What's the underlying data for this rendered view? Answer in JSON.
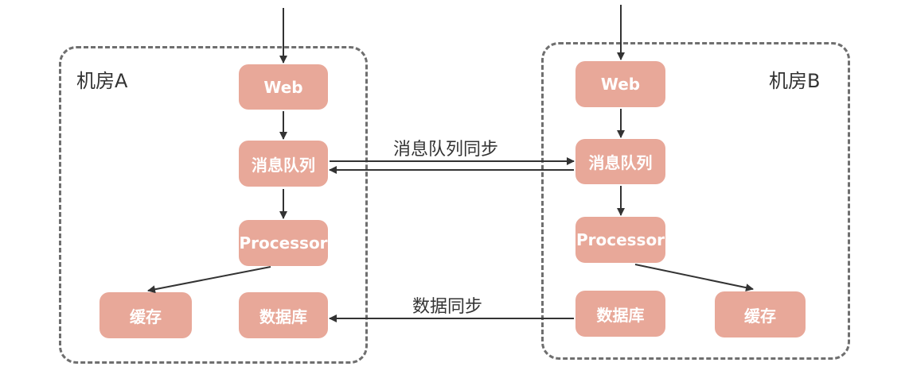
{
  "rooms": {
    "a": {
      "label": "机房A"
    },
    "b": {
      "label": "机房B"
    }
  },
  "nodes": {
    "a_web": "Web",
    "a_mq": "消息队列",
    "a_processor": "Processor",
    "a_cache": "缓存",
    "a_db": "数据库",
    "b_web": "Web",
    "b_mq": "消息队列",
    "b_processor": "Processor",
    "b_db": "数据库",
    "b_cache": "缓存"
  },
  "edges": {
    "mq_sync": "消息队列同步",
    "db_sync": "数据同步"
  },
  "colors": {
    "node_fill": "#e8a899",
    "node_text": "#ffffff",
    "border": "#6f6f6f",
    "arrow": "#333333"
  }
}
